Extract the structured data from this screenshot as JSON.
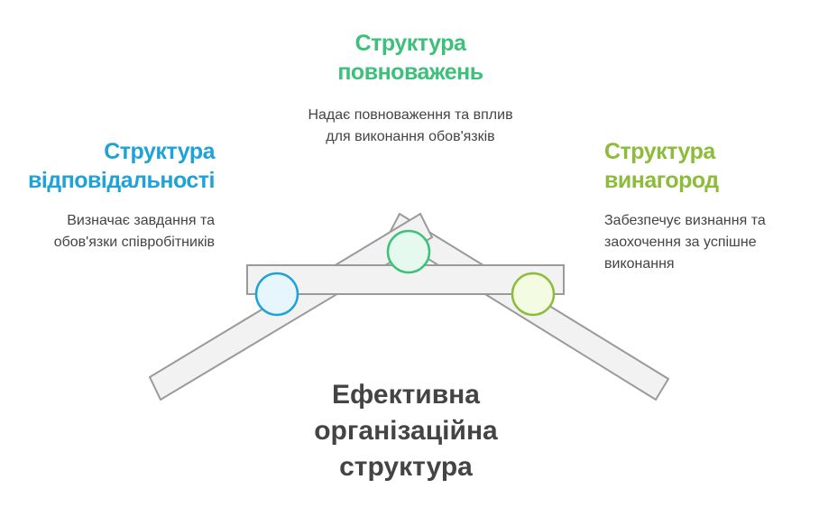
{
  "center": {
    "title": "Ефективна організаційна структура"
  },
  "items": [
    {
      "title": "Структура відповідальності",
      "description": "Визначає завдання та обов'язки співробітників",
      "color": "#1fa3d6",
      "fill": "#e6f6fc"
    },
    {
      "title": "Структура повноважень",
      "description": "Надає повноваження та вплив для виконання обов'язків",
      "color": "#3cc07a",
      "fill": "#e6f9ee"
    },
    {
      "title": "Структура винагород",
      "description": "Забезпечує визнання та заохочення за успішне виконання",
      "color": "#8dbb3a",
      "fill": "#f3fbe2"
    }
  ]
}
